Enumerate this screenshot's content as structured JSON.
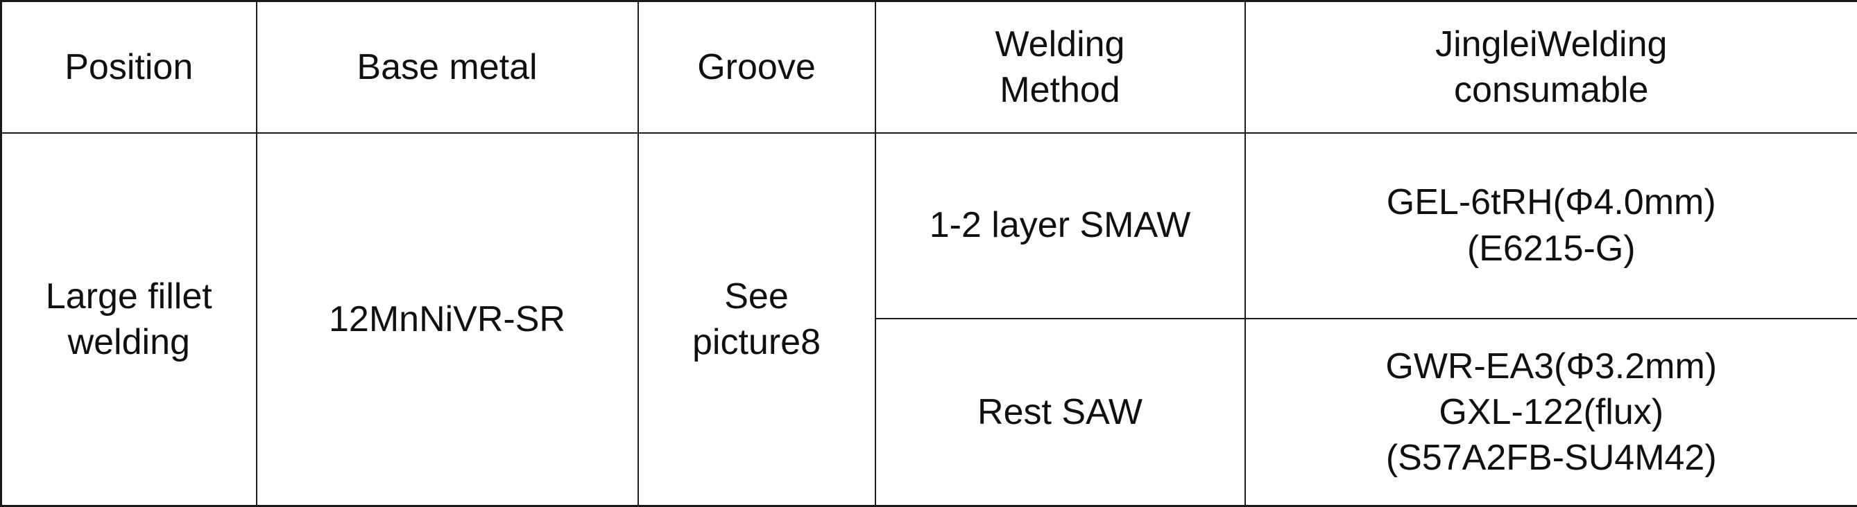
{
  "colors": {
    "border": "#1d1d1d",
    "outer_border": "#1a1a1a",
    "text": "#101010",
    "background": "#ffffff"
  },
  "table": {
    "header": {
      "position": {
        "lines": [
          "Position"
        ]
      },
      "base_metal": {
        "lines": [
          "Base metal"
        ]
      },
      "groove": {
        "lines": [
          "Groove"
        ]
      },
      "welding_method": {
        "lines": [
          "Welding",
          "Method"
        ]
      },
      "consumable": {
        "lines": [
          "JingleiWelding",
          "consumable"
        ]
      }
    },
    "body": {
      "position": {
        "lines": [
          "Large fillet",
          "welding"
        ]
      },
      "base_metal": {
        "lines": [
          "12MnNiVR-SR"
        ]
      },
      "groove": {
        "lines": [
          "See",
          "picture8"
        ]
      },
      "method_rows": [
        {
          "welding_method": {
            "lines": [
              "1-2 layer SMAW"
            ]
          },
          "consumable": {
            "lines": [
              "GEL-6tRH(Φ4.0mm)",
              "(E6215-G)"
            ]
          }
        },
        {
          "welding_method": {
            "lines": [
              "Rest SAW"
            ]
          },
          "consumable": {
            "lines": [
              "GWR-EA3(Φ3.2mm)",
              "GXL-122(flux)",
              "(S57A2FB-SU4M42)"
            ]
          }
        }
      ]
    }
  }
}
